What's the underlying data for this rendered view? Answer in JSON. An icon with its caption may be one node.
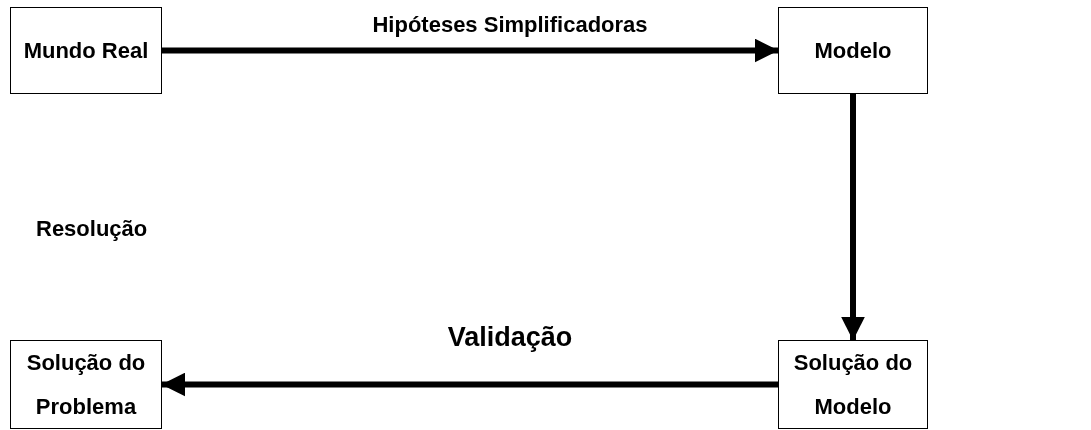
{
  "diagram": {
    "nodes": [
      {
        "text": [
          "Mundo Real"
        ]
      },
      {
        "text": [
          "Modelo"
        ]
      },
      {
        "text": [
          "Solução do Problema"
        ]
      },
      {
        "text": [
          "Solução do Modelo"
        ]
      }
    ],
    "edges": [
      {
        "from": 0,
        "to": 1,
        "arrow": "to",
        "label": "Hipóteses Simplificadoras"
      },
      {
        "from": 1,
        "to": 3,
        "arrow": "to"
      },
      {
        "from": 3,
        "to": 2,
        "arrow": "to",
        "label": "Validação"
      }
    ],
    "labels": [
      "Resolução"
    ]
  }
}
